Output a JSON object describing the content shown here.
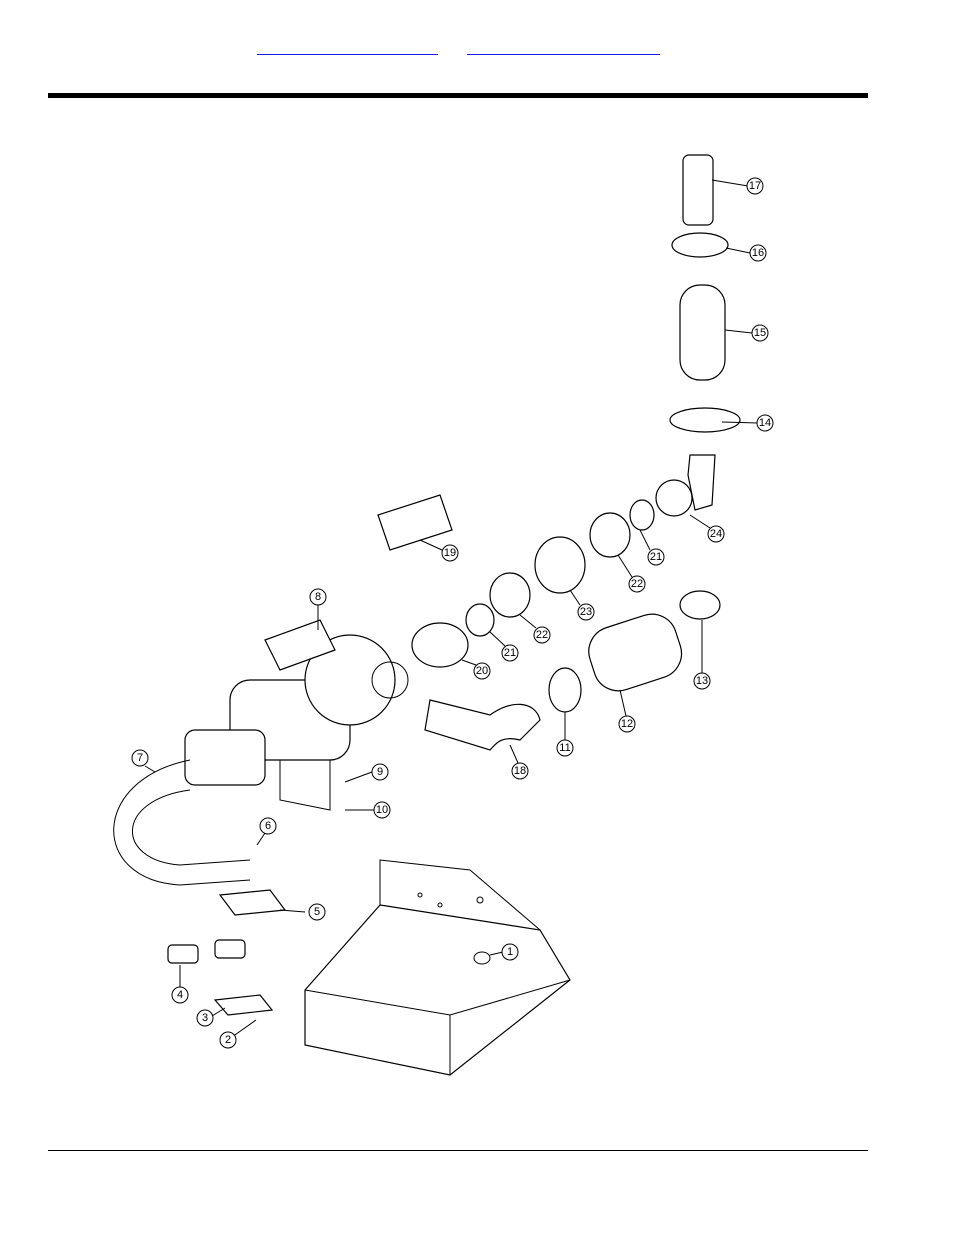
{
  "header": {
    "link_left": "",
    "link_right": ""
  },
  "figure": {
    "callouts": [
      "1",
      "2",
      "3",
      "4",
      "5",
      "6",
      "7",
      "8",
      "9",
      "10",
      "11",
      "12",
      "13",
      "14",
      "15",
      "16",
      "17",
      "18",
      "19",
      "20",
      "21",
      "21",
      "22",
      "22",
      "23",
      "24"
    ]
  }
}
